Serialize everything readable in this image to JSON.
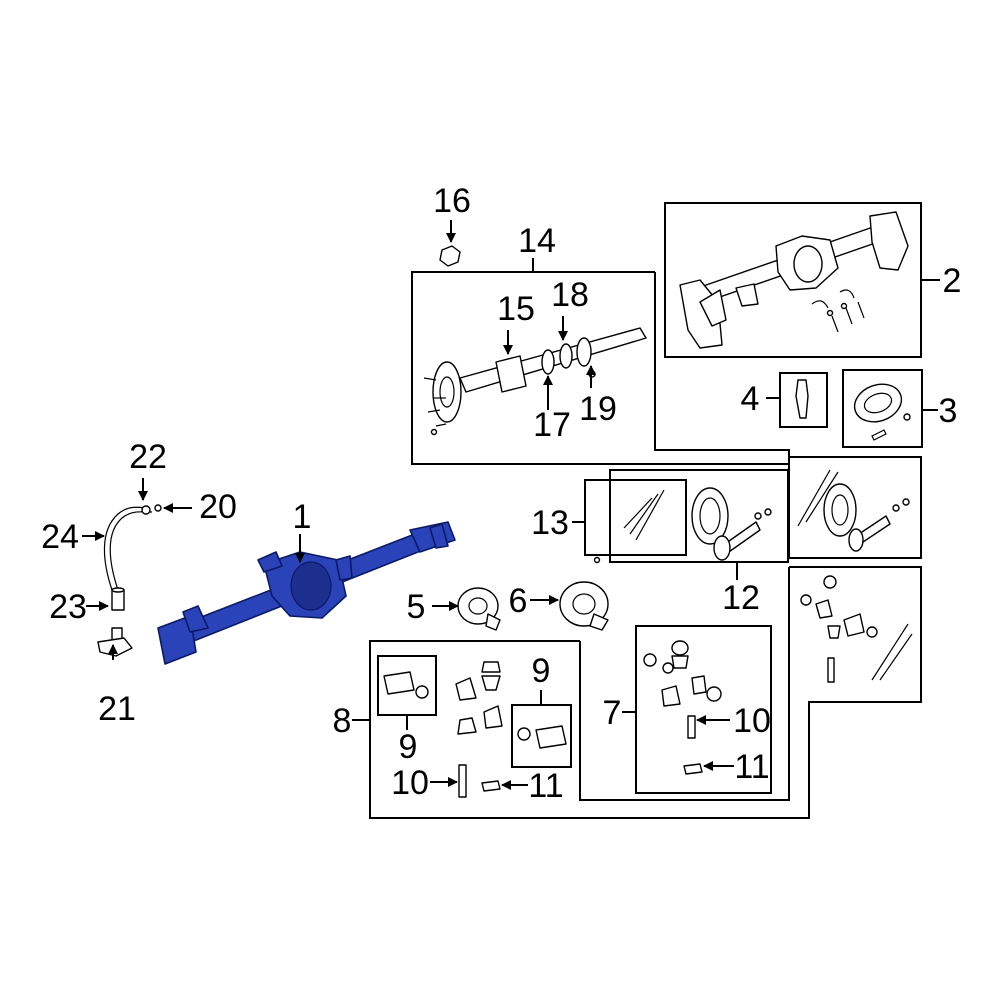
{
  "diagram": {
    "highlight_color": "#2a43b8",
    "callouts": {
      "c1": "1",
      "c2": "2",
      "c3": "3",
      "c4": "4",
      "c5": "5",
      "c6": "6",
      "c7": "7",
      "c8": "8",
      "c9a": "9",
      "c9b": "9",
      "c10a": "10",
      "c10b": "10",
      "c11a": "11",
      "c11b": "11",
      "c12": "12",
      "c13": "13",
      "c14": "14",
      "c15": "15",
      "c16": "16",
      "c17": "17",
      "c18": "18",
      "c19": "19",
      "c20": "20",
      "c21": "21",
      "c22": "22",
      "c23": "23",
      "c24": "24"
    }
  }
}
